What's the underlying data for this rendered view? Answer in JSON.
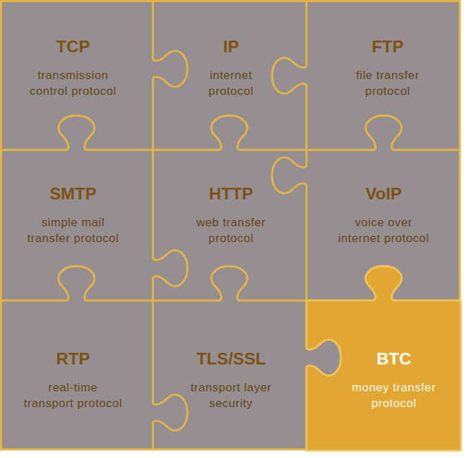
{
  "diagram": {
    "nodes": [
      {
        "text": [
          "TCP",
          "transmission control protocol"
        ]
      },
      {
        "text": [
          "IP",
          "internet protocol"
        ]
      },
      {
        "text": [
          "FTP",
          "file transfer protocol"
        ]
      },
      {
        "text": [
          "SMTP",
          "simple mail transfer protocol"
        ]
      },
      {
        "text": [
          "HTTP",
          "web transfer protocol"
        ]
      },
      {
        "text": [
          "VoIP",
          "voice over internet protocol"
        ]
      },
      {
        "text": [
          "RTP",
          "real-time transport protocol"
        ]
      },
      {
        "text": [
          "TLS/SSL",
          "transport layer security"
        ]
      },
      {
        "text": [
          "BTC",
          "money transfer protocol"
        ]
      }
    ]
  }
}
